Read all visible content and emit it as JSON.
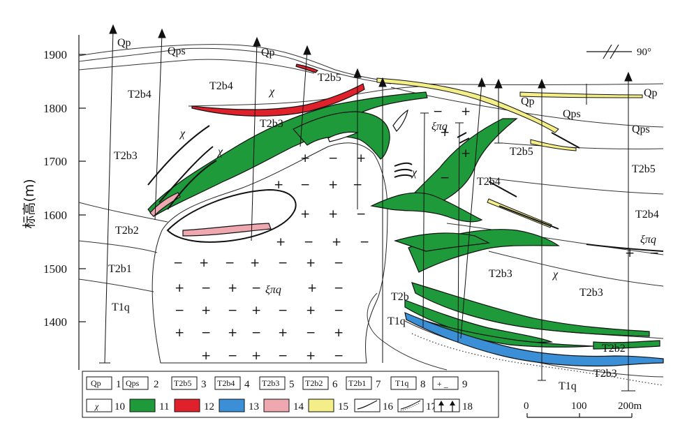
{
  "y_axis": {
    "label": "标高(m)",
    "ticks": [
      "1900",
      "1800",
      "1700",
      "1600",
      "1500",
      "1400"
    ]
  },
  "dip_indicator": "90°",
  "formations": {
    "Qp": "Qp",
    "Qps": "Qps",
    "T2b5": "T2b5",
    "T2b4": "T2b4",
    "T2b3": "T2b3",
    "T2b2": "T2b2",
    "T2b1": "T2b1",
    "T1q": "T1q",
    "xi_pi_q": "ξπq",
    "chi": "χ",
    "T2b": "T2b"
  },
  "legend": [
    {
      "num": "1",
      "symbol": "Qp"
    },
    {
      "num": "2",
      "symbol": "Qps"
    },
    {
      "num": "3",
      "symbol": "T2b5"
    },
    {
      "num": "4",
      "symbol": "T2b4"
    },
    {
      "num": "5",
      "symbol": "T2b3"
    },
    {
      "num": "6",
      "symbol": "T2b2"
    },
    {
      "num": "7",
      "symbol": "T2b1"
    },
    {
      "num": "8",
      "symbol": "T1q"
    },
    {
      "num": "9",
      "symbol": "+ _"
    },
    {
      "num": "10",
      "symbol": "χ"
    },
    {
      "num": "11",
      "symbol": "",
      "color": "#1e9a3a"
    },
    {
      "num": "12",
      "symbol": "",
      "color": "#e0202a"
    },
    {
      "num": "13",
      "symbol": "",
      "color": "#3a8fd6"
    },
    {
      "num": "14",
      "symbol": "",
      "color": "#f0a8b0"
    },
    {
      "num": "15",
      "symbol": "",
      "color": "#f4ee88"
    },
    {
      "num": "16",
      "symbol": "line-icon"
    },
    {
      "num": "17",
      "symbol": "dotted-contact-icon"
    },
    {
      "num": "18",
      "symbol": "borehole-icon"
    }
  ],
  "scale_bar": {
    "ticks": [
      "0",
      "100",
      "200m"
    ]
  },
  "colors": {
    "ore_green": "#1e9a3a",
    "ore_red": "#e0202a",
    "ore_blue": "#3a8fd6",
    "ore_pink": "#f0a8b0",
    "ore_yellow": "#f4ee88"
  }
}
